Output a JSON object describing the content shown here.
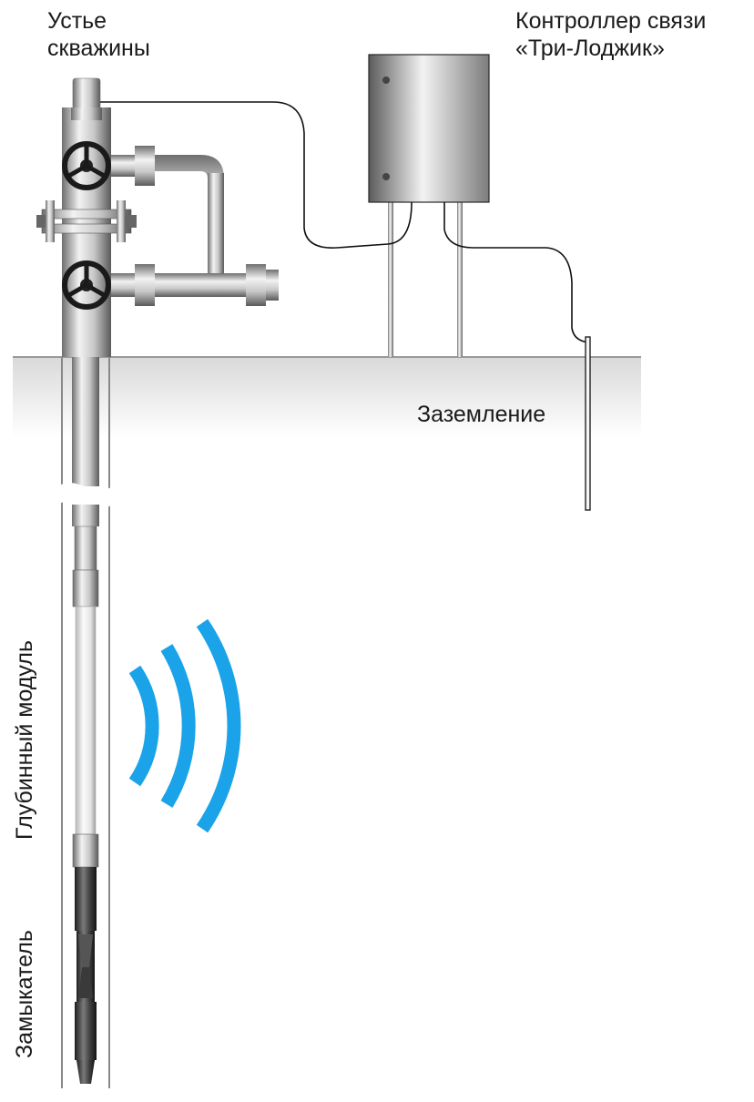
{
  "labels": {
    "wellhead": [
      "Устье",
      "скважины"
    ],
    "controller": [
      "Контроллер связи",
      "«Три-Лоджик»"
    ],
    "grounding": "Заземление",
    "deep_module": "Глубинный модуль",
    "closer": "Замыкатель"
  },
  "colors": {
    "signal_waves": "#1aa3e8",
    "ground_line": "#9a9a9a",
    "cable": "#111111",
    "text": "#1a1a1a"
  }
}
